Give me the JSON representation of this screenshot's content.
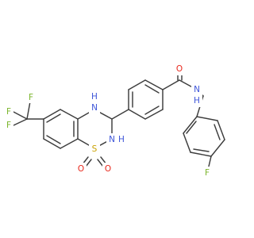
{
  "molecule": {
    "atoms": {
      "F1": "F",
      "F2": "F",
      "F3": "F",
      "N4": "N",
      "H4": "H",
      "N2": "N",
      "H2": "H",
      "S1": "S",
      "O1": "O",
      "O2": "O",
      "O_amide": "O",
      "N_amide": "N",
      "H_amide": "H",
      "F_para": "F"
    },
    "colors": {
      "bond": "#3d3d3d",
      "carbon": "#3d3d3d",
      "nitrogen": "#3d55d8",
      "oxygen": "#e8281c",
      "sulfur": "#c9a100",
      "fluorine": "#7ab52b"
    }
  }
}
